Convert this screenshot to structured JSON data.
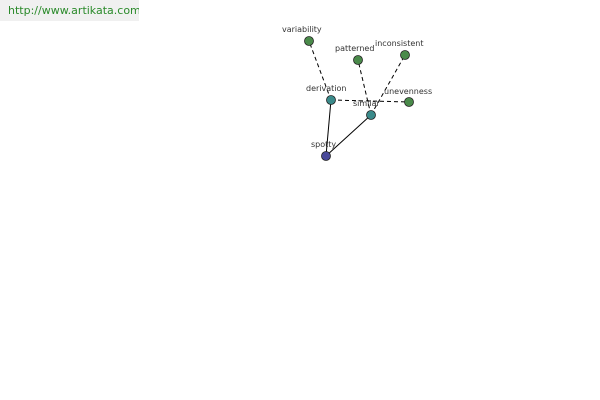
{
  "header": {
    "url": "http://www.artikata.com"
  },
  "colors": {
    "url_text": "#2a8a2a",
    "url_bg": "#f0f0f0",
    "node_outer": "#4a8a4a",
    "node_mid": "#3a8a8a",
    "node_center": "#4a4a9a",
    "edge": "#000000"
  },
  "graph": {
    "nodes": [
      {
        "id": "variability",
        "label": "variability",
        "kind": "outer"
      },
      {
        "id": "patterned",
        "label": "patterned",
        "kind": "outer"
      },
      {
        "id": "inconsistent",
        "label": "inconsistent",
        "kind": "outer"
      },
      {
        "id": "derivation",
        "label": "derivation",
        "kind": "mid"
      },
      {
        "id": "similar",
        "label": "similar",
        "kind": "mid"
      },
      {
        "id": "unevenness",
        "label": "unevenness",
        "kind": "outer"
      },
      {
        "id": "spotty",
        "label": "spotty",
        "kind": "center"
      }
    ],
    "edges": [
      {
        "from": "spotty",
        "to": "derivation",
        "style": "solid"
      },
      {
        "from": "spotty",
        "to": "similar",
        "style": "solid"
      },
      {
        "from": "derivation",
        "to": "variability",
        "style": "dashed"
      },
      {
        "from": "derivation",
        "to": "unevenness",
        "style": "dashed"
      },
      {
        "from": "similar",
        "to": "patterned",
        "style": "dashed"
      },
      {
        "from": "similar",
        "to": "inconsistent",
        "style": "dashed"
      }
    ]
  }
}
